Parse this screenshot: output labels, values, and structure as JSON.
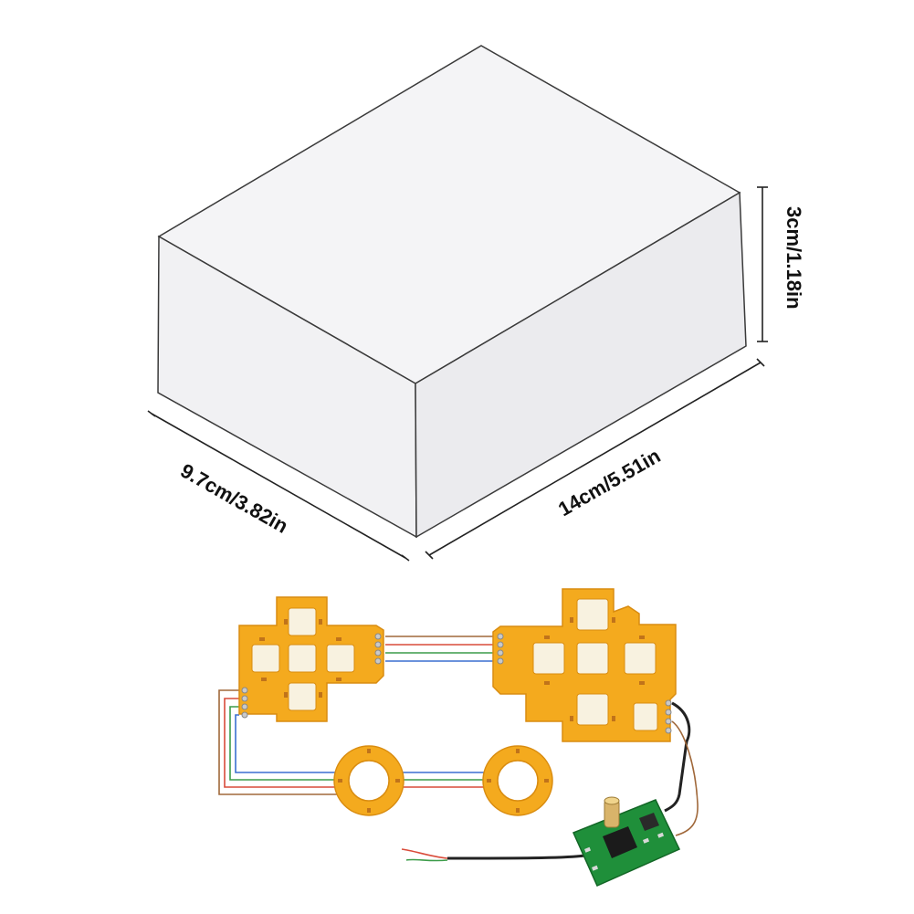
{
  "dimensions": {
    "depth": "9.7cm/3.82in",
    "width": "14cm/5.51in",
    "height": "3cm/1.18in"
  },
  "colors": {
    "box_top": "#f4f4f6",
    "box_front": "#f1f1f3",
    "box_side": "#ebebee",
    "box_edge": "#3a3a3a",
    "pcb": "#f4aa1e",
    "pcb_edge": "#d98c10",
    "chip_board": "#1f8f3a",
    "wire_red": "#d94b3a",
    "wire_green": "#3c9c4a",
    "wire_blue": "#3a6fd1",
    "wire_brown": "#a0683a"
  },
  "icons": {
    "left_board": "dpad-led-pcb",
    "right_board": "buttons-led-pcb",
    "rings": "analog-stick-ring-pcb",
    "controller": "led-controller-module"
  }
}
